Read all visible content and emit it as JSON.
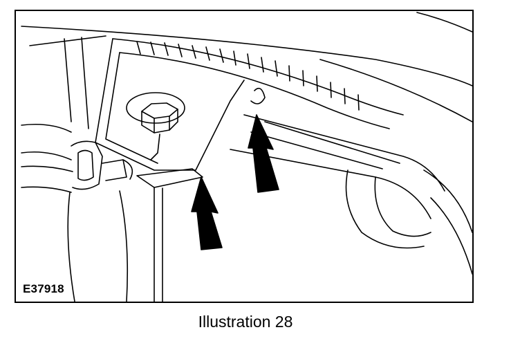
{
  "figure": {
    "code": "E37918",
    "line_color": "#000000",
    "background": "#ffffff",
    "arrow_count": 2
  },
  "caption": {
    "text": "Illustration 28"
  }
}
